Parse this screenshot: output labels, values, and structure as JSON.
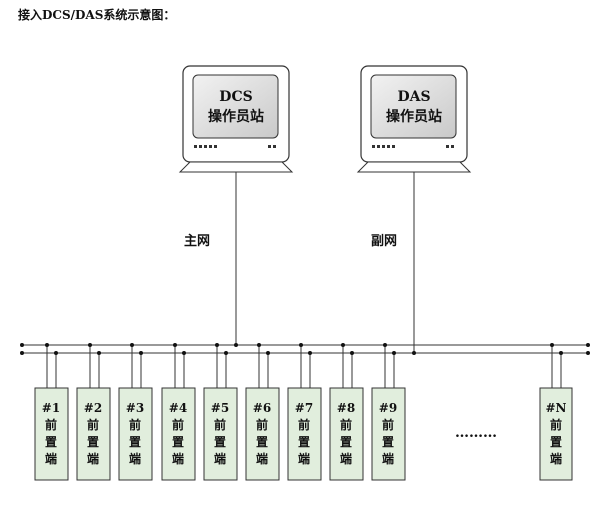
{
  "title": "接入DCS/DAS系统示意图：",
  "stations": [
    {
      "line1": "DCS",
      "line2": "操作员站"
    },
    {
      "line1": "DAS",
      "line2": "操作员站"
    }
  ],
  "networks": {
    "main": "主网",
    "backup": "副网"
  },
  "devices": [
    {
      "line1": "#1",
      "line2": "前",
      "line3": "置",
      "line4": "端"
    },
    {
      "line1": "#2",
      "line2": "前",
      "line3": "置",
      "line4": "端"
    },
    {
      "line1": "#3",
      "line2": "前",
      "line3": "置",
      "line4": "端"
    },
    {
      "line1": "#4",
      "line2": "前",
      "line3": "置",
      "line4": "端"
    },
    {
      "line1": "#5",
      "line2": "前",
      "line3": "置",
      "line4": "端"
    },
    {
      "line1": "#6",
      "line2": "前",
      "line3": "置",
      "line4": "端"
    },
    {
      "line1": "#7",
      "line2": "前",
      "line3": "置",
      "line4": "端"
    },
    {
      "line1": "#8",
      "line2": "前",
      "line3": "置",
      "line4": "端"
    },
    {
      "line1": "#9",
      "line2": "前",
      "line3": "置",
      "line4": "端"
    },
    {
      "line1": "#N",
      "line2": "前",
      "line3": "置",
      "line4": "端"
    }
  ],
  "ellipsis": "………",
  "colors": {
    "device_fill": "#e1eedd",
    "screen_fill": "#d8d8d8",
    "line": "#333333"
  }
}
